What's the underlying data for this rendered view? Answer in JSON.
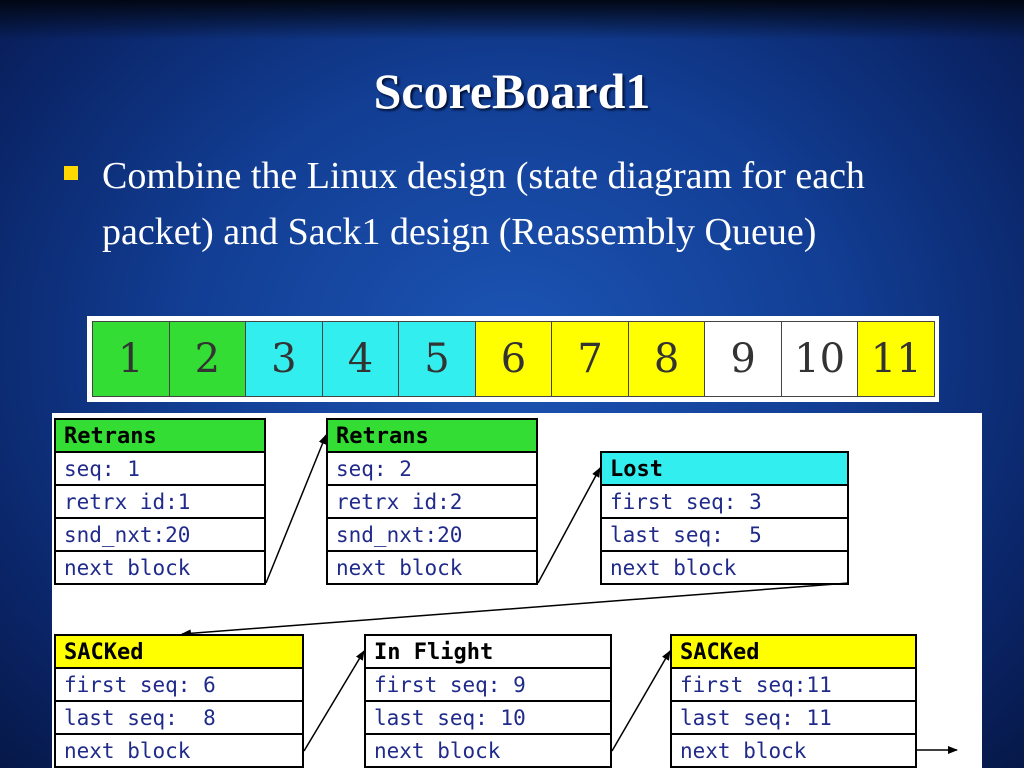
{
  "slide": {
    "title": "ScoreBoard1",
    "bullet": "Combine the Linux design (state diagram for each packet) and Sack1 design (Reassembly Queue)"
  },
  "colors": {
    "green": "#33dd33",
    "cyan": "#33eeee",
    "yellow": "#ffff00",
    "white": "#ffffff"
  },
  "sequence_row": [
    {
      "label": "1",
      "color": "green"
    },
    {
      "label": "2",
      "color": "green"
    },
    {
      "label": "3",
      "color": "cyan"
    },
    {
      "label": "4",
      "color": "cyan"
    },
    {
      "label": "5",
      "color": "cyan"
    },
    {
      "label": "6",
      "color": "yellow"
    },
    {
      "label": "7",
      "color": "yellow"
    },
    {
      "label": "8",
      "color": "yellow"
    },
    {
      "label": "9",
      "color": "white"
    },
    {
      "label": "10",
      "color": "white"
    },
    {
      "label": "11",
      "color": "yellow"
    }
  ],
  "blocks": [
    {
      "state": "Retrans",
      "color": "green",
      "fields": [
        "seq: 1",
        "retrx id:1",
        "snd_nxt:20",
        "next block"
      ]
    },
    {
      "state": "Retrans",
      "color": "green",
      "fields": [
        "seq: 2",
        "retrx id:2",
        "snd_nxt:20",
        "next block"
      ]
    },
    {
      "state": "Lost",
      "color": "cyan",
      "fields": [
        "first seq: 3",
        "last seq:  5",
        "next block"
      ]
    },
    {
      "state": "SACKed",
      "color": "yellow",
      "fields": [
        "first seq: 6",
        "last seq:  8",
        "next block"
      ]
    },
    {
      "state": "In Flight",
      "color": "white",
      "fields": [
        "first seq: 9",
        "last seq: 10",
        "next block"
      ]
    },
    {
      "state": "SACKed",
      "color": "yellow",
      "fields": [
        "first seq:11",
        "last seq: 11",
        "next block"
      ]
    }
  ]
}
